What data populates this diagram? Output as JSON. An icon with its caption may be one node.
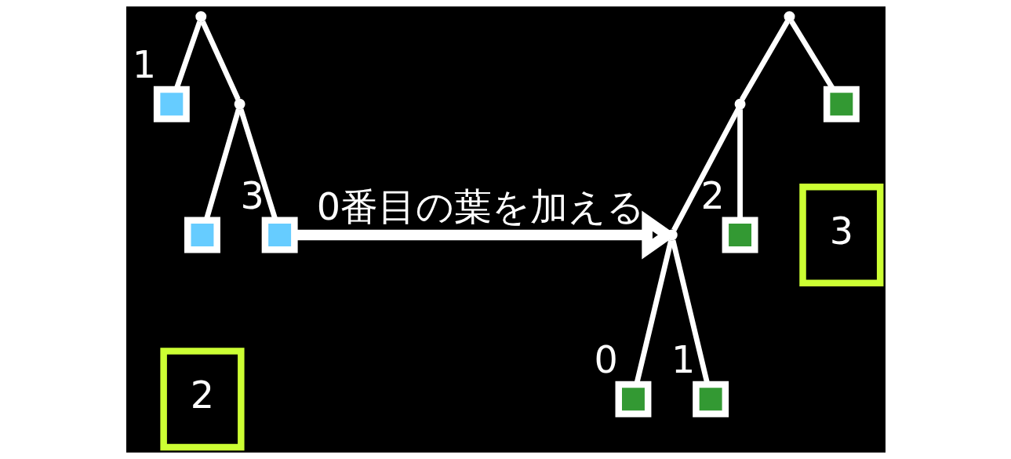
{
  "diagram": {
    "nodes": [
      {
        "text": [],
        "shape": "point"
      },
      {
        "text": [],
        "shape": "box",
        "beside": [
          "1"
        ]
      },
      {
        "text": [],
        "shape": "point"
      },
      {
        "text": [],
        "shape": "box"
      },
      {
        "text": [],
        "shape": "box",
        "beside": [
          "3"
        ]
      },
      {
        "text": [
          "2"
        ]
      },
      {
        "text": [],
        "shape": "point"
      },
      {
        "text": [],
        "shape": "point"
      },
      {
        "text": [],
        "shape": "box"
      },
      {
        "text": [
          "3"
        ]
      },
      {
        "text": [],
        "shape": "point"
      },
      {
        "text": [],
        "shape": "box",
        "beside": [
          "2"
        ]
      },
      {
        "text": [],
        "shape": "box",
        "beside": [
          "0"
        ]
      },
      {
        "text": [],
        "shape": "box",
        "beside": [
          "1"
        ]
      }
    ],
    "edges": [
      {
        "from": 0,
        "to": 1,
        "arrow": "none"
      },
      {
        "from": 0,
        "to": 2,
        "arrow": "none"
      },
      {
        "from": 2,
        "to": 3,
        "arrow": "none"
      },
      {
        "from": 2,
        "to": 4,
        "arrow": "none"
      },
      {
        "from": 6,
        "to": 7,
        "arrow": "none"
      },
      {
        "from": 6,
        "to": 8,
        "arrow": "none"
      },
      {
        "from": 7,
        "to": 10,
        "arrow": "none"
      },
      {
        "from": 7,
        "to": 11,
        "arrow": "none"
      },
      {
        "from": 10,
        "to": 12,
        "arrow": "none"
      },
      {
        "from": 10,
        "to": 13,
        "arrow": "none"
      },
      {
        "from": 4,
        "to": 10,
        "arrow": "to",
        "style": "thick",
        "label": "0番目の葉を加える"
      }
    ]
  }
}
